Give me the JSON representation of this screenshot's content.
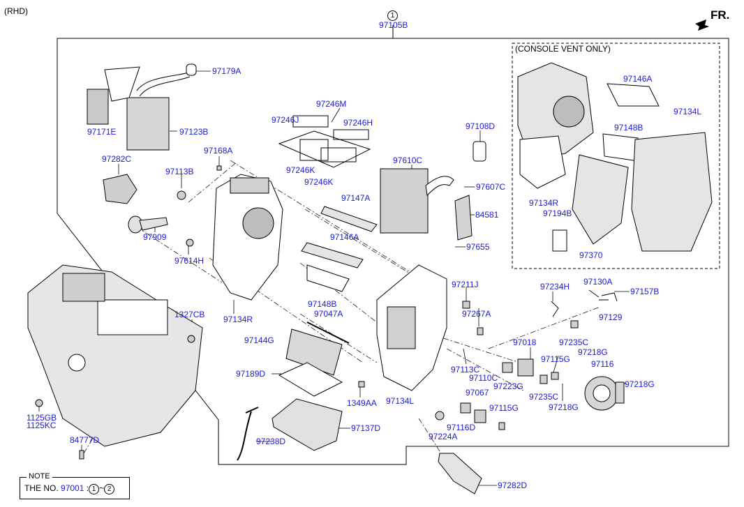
{
  "header": {
    "variant": "(RHD)",
    "ref_circle": "1",
    "assembly": "97105B",
    "direction": "FR.",
    "console_box": "(CONSOLE VENT ONLY)"
  },
  "labels": {
    "l97179A": "97179A",
    "l97171E": "97171E",
    "l97123B": "97123B",
    "l97168A": "97168A",
    "l97282C": "97282C",
    "l97113B": "97113B",
    "l97909": "97909",
    "l97614H": "97614H",
    "l97134R": "97134R",
    "l1327CB": "1327CB",
    "l1125GB": "1125GB",
    "l1125KC": "1125KC",
    "l84777D": "84777D",
    "l97246M": "97246M",
    "l97246J": "97246J",
    "l97246H": "97246H",
    "l97246K1": "97246K",
    "l97246K2": "97246K",
    "l97108D": "97108D",
    "l97610C": "97610C",
    "l97607C": "97607C",
    "l97147A": "97147A",
    "l84581": "84581",
    "l97146A": "97146A",
    "l97655": "97655",
    "l97148B": "97148B",
    "l97047A": "97047A",
    "l97144G": "97144G",
    "l97189D": "97189D",
    "l97238D": "97238D",
    "l97137D": "97137D",
    "l1349AA": "1349AA",
    "l97134L": "97134L",
    "l97211J": "97211J",
    "l97267A": "97267A",
    "l97113C": "97113C",
    "l97110C": "97110C",
    "l97223G": "97223G",
    "l97067": "97067",
    "l97116D": "97116D",
    "l97224A": "97224A",
    "l97115G1": "97115G",
    "l97018": "97018",
    "l97115G2": "97115G",
    "l97116": "97116",
    "l97235C1": "97235C",
    "l97218G1": "97218G",
    "l97218G2": "97218G",
    "l97235C2": "97235C",
    "l97218G3": "97218G",
    "l97234H": "97234H",
    "l97130A": "97130A",
    "l97157B": "97157B",
    "l97129": "97129",
    "l97282D": "97282D",
    "c97146A": "97146A",
    "c97134L": "97134L",
    "c97148B": "97148B",
    "c97134R": "97134R",
    "c97194B": "97194B",
    "c97370": "97370"
  },
  "note": {
    "title": "NOTE",
    "prefix": "THE NO.",
    "code": "97001",
    "sep": ":",
    "from": "1",
    "tilde": "~",
    "to": "2"
  },
  "colors": {
    "label": "#1a1ad8",
    "line": "#000000",
    "part_fill": "#ffffff",
    "part_shade": "#bdbdbd"
  }
}
